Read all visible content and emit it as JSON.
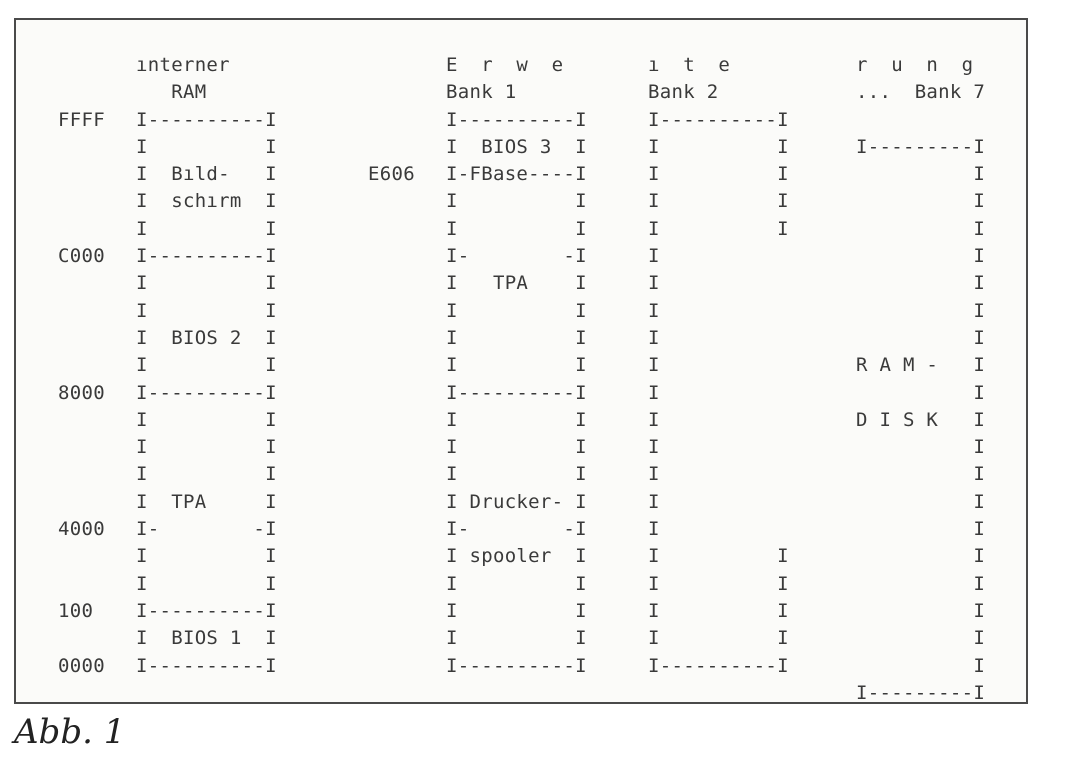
{
  "address_column": [
    "",
    "",
    "FFFF",
    "",
    "",
    "",
    "",
    "C000",
    "",
    "",
    "",
    "",
    "8000",
    "",
    "",
    "",
    "",
    "4000",
    "",
    "",
    "100",
    "",
    "0000",
    ""
  ],
  "internal_ram": [
    "ınterner",
    "   RAM",
    "I----------I",
    "I          I",
    "I  Bıld-   I",
    "I  schırm  I",
    "I          I",
    "I----------I",
    "I          I",
    "I          I",
    "I  BIOS 2  I",
    "I          I",
    "I----------I",
    "I          I",
    "I          I",
    "I          I",
    "I  TPA     I",
    "I-        -I",
    "I          I",
    "I          I",
    "I----------I",
    "I  BIOS 1  I",
    "I----------I",
    ""
  ],
  "mid_labels": [
    "",
    "",
    "",
    "",
    "E606",
    "",
    "",
    "",
    "",
    "",
    "",
    "",
    "",
    "",
    "",
    "",
    "",
    "",
    "",
    "",
    "",
    "",
    "",
    ""
  ],
  "bank1": [
    "E  r  w  e",
    "Bank 1",
    "I----------I",
    "I  BIOS 3  I",
    "I-FBase----I",
    "I          I",
    "I          I",
    "I-        -I",
    "I   TPA    I",
    "I          I",
    "I          I",
    "I          I",
    "I----------I",
    "I          I",
    "I          I",
    "I          I",
    "I Drucker- I",
    "I-        -I",
    "I spooler  I",
    "I          I",
    "I          I",
    "I          I",
    "I----------I",
    ""
  ],
  "bank2": [
    "ı  t  e",
    "Bank 2",
    "I----------I",
    "I          I",
    "I          I",
    "I          I",
    "I          I",
    "I",
    "I",
    "I",
    "I",
    "I",
    "I",
    "I",
    "I",
    "I",
    "I",
    "I",
    "I          I",
    "I          I",
    "I          I",
    "I          I",
    "I----------I",
    ""
  ],
  "bank7": [
    "r  u  n  g",
    "...  Bank 7",
    "",
    "I---------I",
    "          I",
    "          I",
    "          I",
    "          I",
    "          I",
    "          I",
    "          I",
    "R A M -   I",
    "          I",
    "D I S K   I",
    "          I",
    "          I",
    "          I",
    "          I",
    "          I",
    "          I",
    "          I",
    "          I",
    "          I",
    "I---------I"
  ],
  "caption": "Abb. 1"
}
